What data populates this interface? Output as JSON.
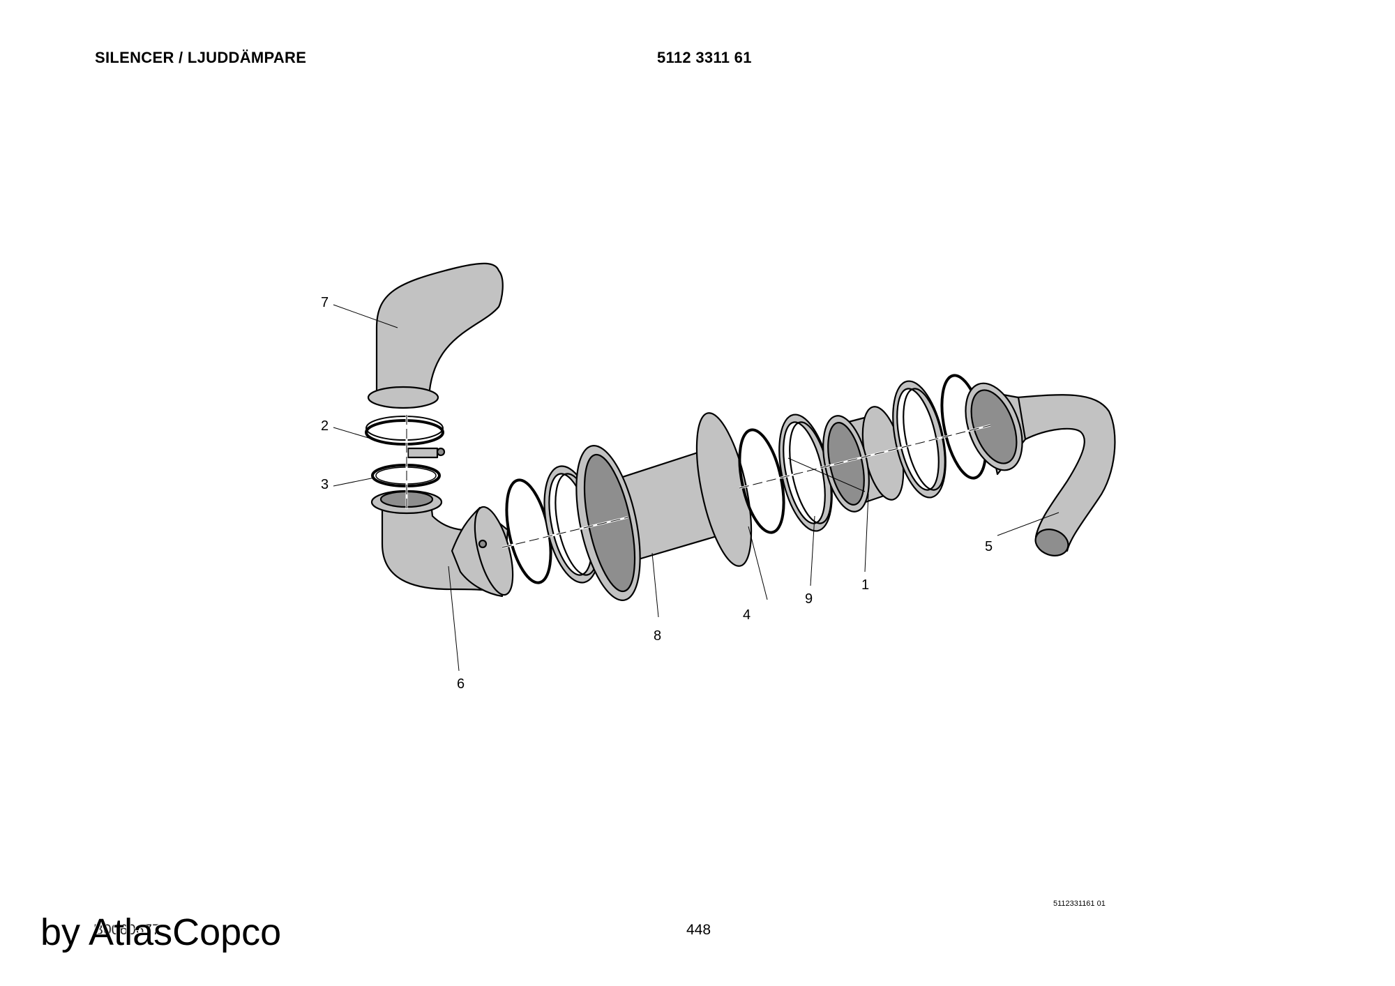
{
  "header": {
    "title": "SILENCER / LJUDDÄMPARE",
    "part_number": "5112 3311 61"
  },
  "callouts": [
    "1",
    "2",
    "3",
    "4",
    "5",
    "6",
    "7",
    "8",
    "9"
  ],
  "footer": {
    "drawing_code": "5112331161 01",
    "page_number": "448",
    "reference": "B0060677",
    "watermark": "by AtlasCopco"
  },
  "colors": {
    "part_fill": "#c2c2c2",
    "part_dark": "#8e8e8e",
    "outline": "#000000"
  }
}
